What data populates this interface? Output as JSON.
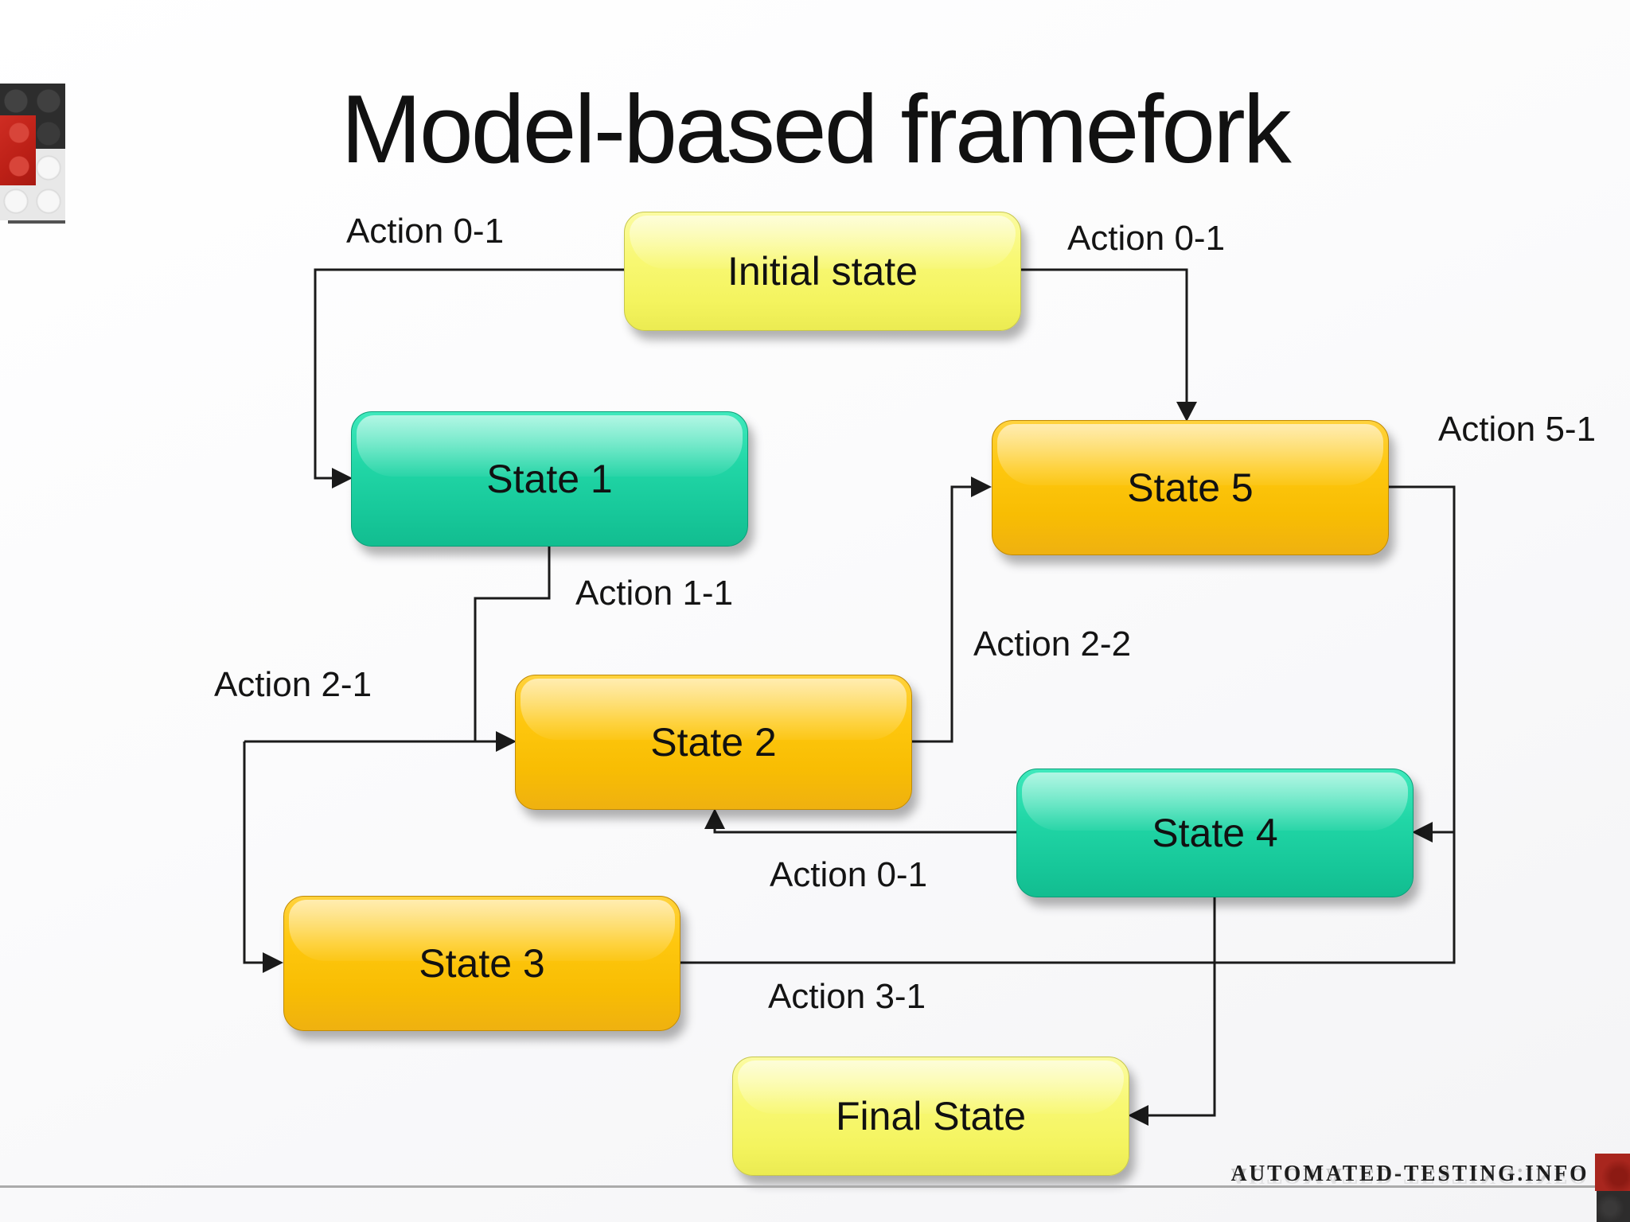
{
  "header": {
    "title": "Model-based framefork",
    "logo_icon": "lego-bricks-logo"
  },
  "diagram": {
    "type": "state-transition-diagram",
    "nodes": {
      "initial": {
        "label": "Initial state",
        "role": "start",
        "color": "#f8f873"
      },
      "state1": {
        "label": "State 1",
        "role": "state",
        "color": "#1fd5a4"
      },
      "state5": {
        "label": "State 5",
        "role": "state",
        "color": "#fec70e"
      },
      "state2": {
        "label": "State 2",
        "role": "state",
        "color": "#fec70e"
      },
      "state4": {
        "label": "State 4",
        "role": "state",
        "color": "#1fd5a4"
      },
      "state3": {
        "label": "State 3",
        "role": "state",
        "color": "#fec70e"
      },
      "final": {
        "label": "Final State",
        "role": "end",
        "color": "#f8f873"
      }
    },
    "edges": [
      {
        "label": "Action 0-1",
        "from": "initial",
        "to": "state1"
      },
      {
        "label": "Action 0-1",
        "from": "initial",
        "to": "state5"
      },
      {
        "label": "Action 1-1",
        "from": "state1",
        "to": "state2"
      },
      {
        "label": "Action 2-1",
        "from": "state2",
        "to": "state3"
      },
      {
        "label": "Action 2-2",
        "from": "state2",
        "to": "state5"
      },
      {
        "label": "Action 5-1",
        "from": "state5",
        "to": "state4"
      },
      {
        "label": "Action 0-1",
        "from": "state4",
        "to": "state2"
      },
      {
        "label": "Action 3-1",
        "from": "state3",
        "to": "state4"
      }
    ]
  },
  "footer": {
    "watermark": "AUTOMATED-TESTING.INFO",
    "corner_icon": "red-lego-corner-brick",
    "line_color": "#ababab",
    "corner_red": "#a8261e",
    "corner_dark": "#2d2c2c"
  }
}
